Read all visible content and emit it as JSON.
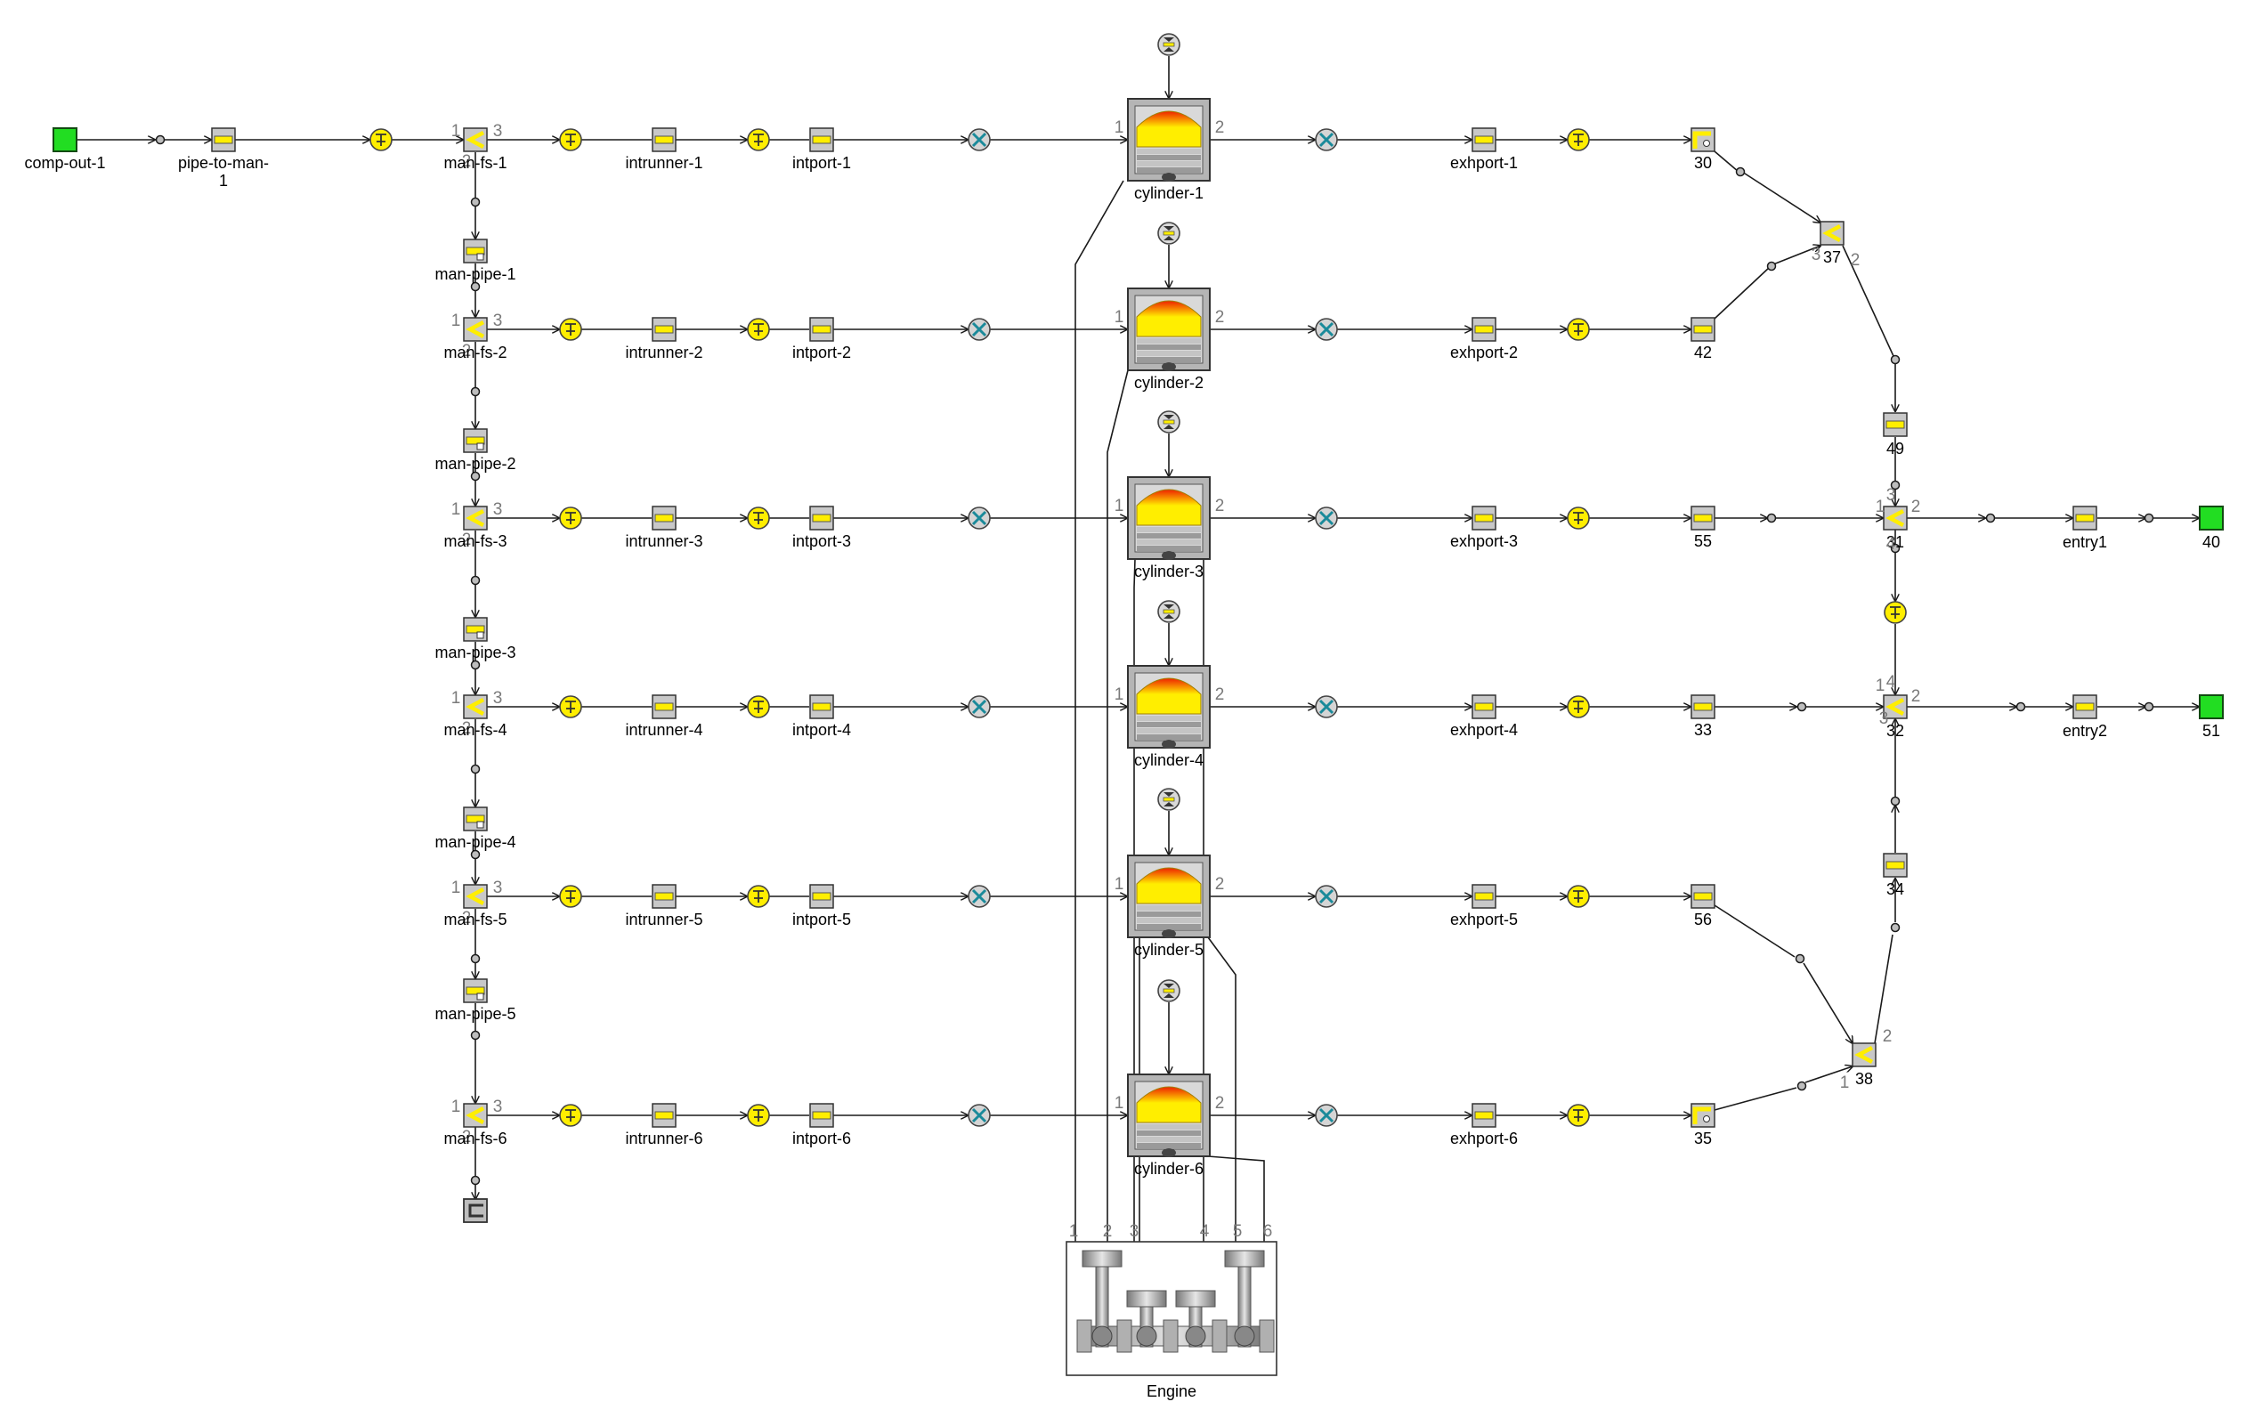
{
  "diagram": {
    "labels": {
      "comp_out": "comp-out-1",
      "pipe_to_man": [
        "pipe-to-man-",
        "1"
      ],
      "man_fs": [
        "man-fs-1",
        "man-fs-2",
        "man-fs-3",
        "man-fs-4",
        "man-fs-5",
        "man-fs-6"
      ],
      "man_pipe": [
        "man-pipe-1",
        "man-pipe-2",
        "man-pipe-3",
        "man-pipe-4",
        "man-pipe-5"
      ],
      "intrunner": [
        "intrunner-1",
        "intrunner-2",
        "intrunner-3",
        "intrunner-4",
        "intrunner-5",
        "intrunner-6"
      ],
      "intport": [
        "intport-1",
        "intport-2",
        "intport-3",
        "intport-4",
        "intport-5",
        "intport-6"
      ],
      "cylinder": [
        "cylinder-1",
        "cylinder-2",
        "cylinder-3",
        "cylinder-4",
        "cylinder-5",
        "cylinder-6"
      ],
      "exhport": [
        "exhport-1",
        "exhport-2",
        "exhport-3",
        "exhport-4",
        "exhport-5",
        "exhport-6"
      ],
      "exh_parts": [
        "30",
        "42",
        "55",
        "33",
        "56",
        "35"
      ],
      "junction_37": "37",
      "junction_38": "38",
      "pipe_49": "49",
      "pipe_34": "34",
      "junction_31": "31",
      "junction_32": "32",
      "entry1": "entry1",
      "entry2": "entry2",
      "end_40": "40",
      "end_51": "51",
      "engine": "Engine",
      "engine_ports": [
        "1",
        "2",
        "3",
        "4",
        "5",
        "6"
      ]
    },
    "port_numbers": {
      "one": "1",
      "two": "2",
      "three": "3",
      "four": "4"
    },
    "colors": {
      "wire": "#1a1a1a",
      "endpoint_green": "#22dd22",
      "component_yellow": "#ffee00",
      "component_gray": "#c8c8c8",
      "flame_red": "#ee2200",
      "orifice_teal": "#1a8a9a",
      "port_number": "#7a7a7a"
    },
    "icons": {
      "boundary": "green-square-icon",
      "pipe": "yellow-bar-pipe-icon",
      "throttle": "yellow-circle-throttle-icon",
      "orifice": "teal-x-circle-icon",
      "injector": "injector-circle-icon",
      "cylinder": "engine-cylinder-icon",
      "flowsplit": "flowsplit-y-icon",
      "crank": "crankshaft-engine-icon"
    }
  }
}
